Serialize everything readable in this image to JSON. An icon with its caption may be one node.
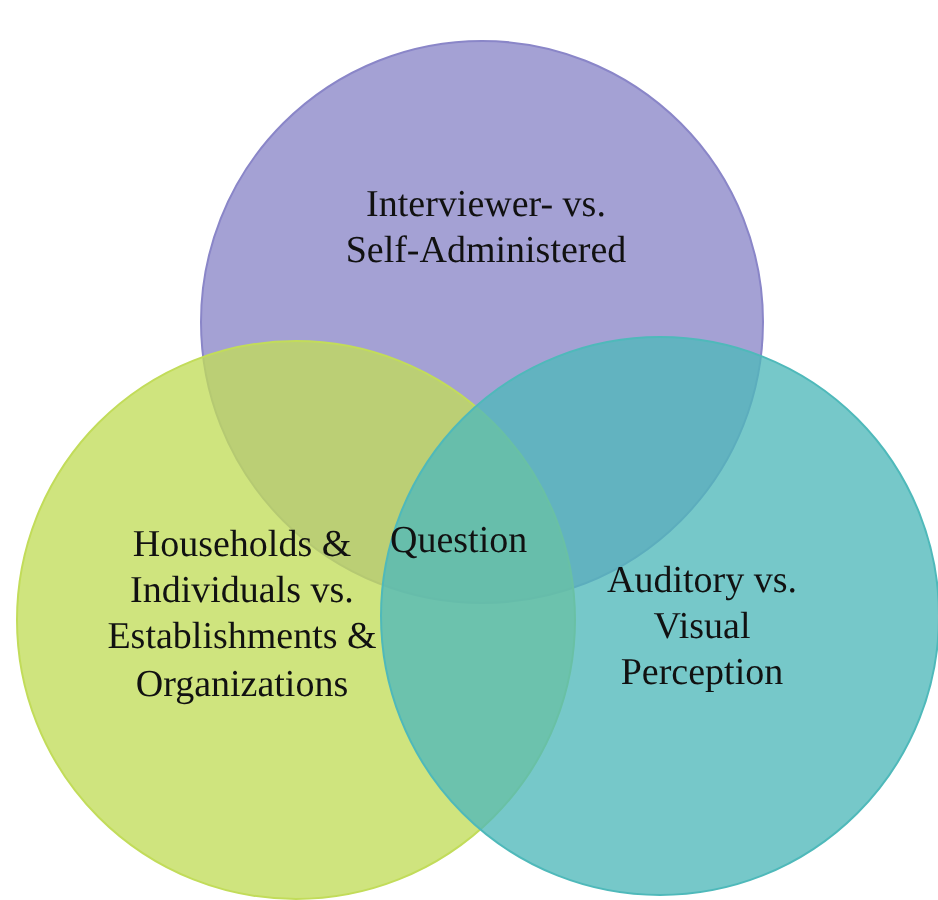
{
  "diagram": {
    "nodes": [
      {
        "text": [
          "Interviewer- vs. Self-Administered"
        ]
      },
      {
        "text": [
          "Households & Individuals vs. Establishments & Organizations"
        ]
      },
      {
        "text": [
          "Auditory vs. Visual Perception"
        ]
      }
    ],
    "labels": [
      "Question"
    ]
  }
}
